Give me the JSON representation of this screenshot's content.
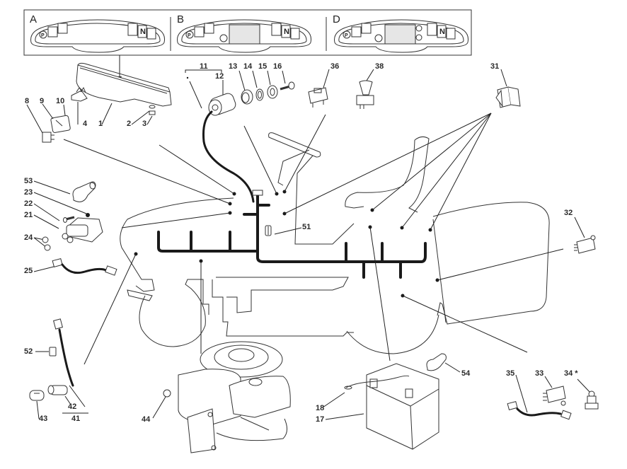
{
  "diagram": {
    "title": "Electrical system exploded view",
    "dashboard_variants": [
      {
        "letter": "A",
        "has_display": false,
        "has_extra_indicators": false
      },
      {
        "letter": "B",
        "has_display": true,
        "has_extra_indicators": false
      },
      {
        "letter": "D",
        "has_display": true,
        "has_extra_indicators": true
      }
    ],
    "dashboard_indicator_symbols": {
      "parking": "P",
      "neutral": "N"
    },
    "part_labels": [
      {
        "id": "1",
        "part": "dashboard-panel"
      },
      {
        "id": "2",
        "part": "washer"
      },
      {
        "id": "3",
        "part": "nut"
      },
      {
        "id": "4",
        "part": "bracket"
      },
      {
        "id": "8",
        "part": "switch"
      },
      {
        "id": "9",
        "part": "switch"
      },
      {
        "id": "10",
        "part": "switch-terminal"
      },
      {
        "id": "11",
        "part": "ignition-switch-kit"
      },
      {
        "id": "12",
        "part": "ignition-switch"
      },
      {
        "id": "13",
        "part": "ignition-bezel"
      },
      {
        "id": "14",
        "part": "ignition-washer"
      },
      {
        "id": "15",
        "part": "ignition-nut"
      },
      {
        "id": "16",
        "part": "ignition-key"
      },
      {
        "id": "17",
        "part": "battery"
      },
      {
        "id": "18",
        "part": "battery-cable"
      },
      {
        "id": "21",
        "part": "solenoid"
      },
      {
        "id": "22",
        "part": "screw"
      },
      {
        "id": "23",
        "part": "nut"
      },
      {
        "id": "24",
        "part": "terminal-nuts"
      },
      {
        "id": "25",
        "part": "cable"
      },
      {
        "id": "31",
        "part": "rocker-switch"
      },
      {
        "id": "32",
        "part": "microswitch"
      },
      {
        "id": "33",
        "part": "microswitch"
      },
      {
        "id": "34",
        "part": "pressure-switch",
        "note": "*"
      },
      {
        "id": "35",
        "part": "cable"
      },
      {
        "id": "36",
        "part": "rocker-switch"
      },
      {
        "id": "38",
        "part": "pull-switch"
      },
      {
        "id": "41",
        "part": "lamp-holder-kit"
      },
      {
        "id": "42",
        "part": "lamp-holder"
      },
      {
        "id": "43",
        "part": "bulb"
      },
      {
        "id": "44",
        "part": "nut"
      },
      {
        "id": "51",
        "part": "clip"
      },
      {
        "id": "52",
        "part": "clip"
      },
      {
        "id": "53",
        "part": "terminal-cover"
      },
      {
        "id": "54",
        "part": "terminal-cover"
      }
    ],
    "labels": {
      "l1": "1",
      "l2": "2",
      "l3": "3",
      "l4": "4",
      "l8": "8",
      "l9": "9",
      "l10": "10",
      "l11": "11",
      "l12": "12",
      "l13": "13",
      "l14": "14",
      "l15": "15",
      "l16": "16",
      "l17": "17",
      "l18": "18",
      "l21": "21",
      "l22": "22",
      "l23": "23",
      "l24": "24",
      "l25": "25",
      "l31": "31",
      "l32": "32",
      "l33": "33",
      "l34": "34 *",
      "l35": "35",
      "l36": "36",
      "l38": "38",
      "l41": "41",
      "l42": "42",
      "l43": "43",
      "l44": "44",
      "l51": "51",
      "l52": "52",
      "l53": "53",
      "l54": "54"
    }
  }
}
